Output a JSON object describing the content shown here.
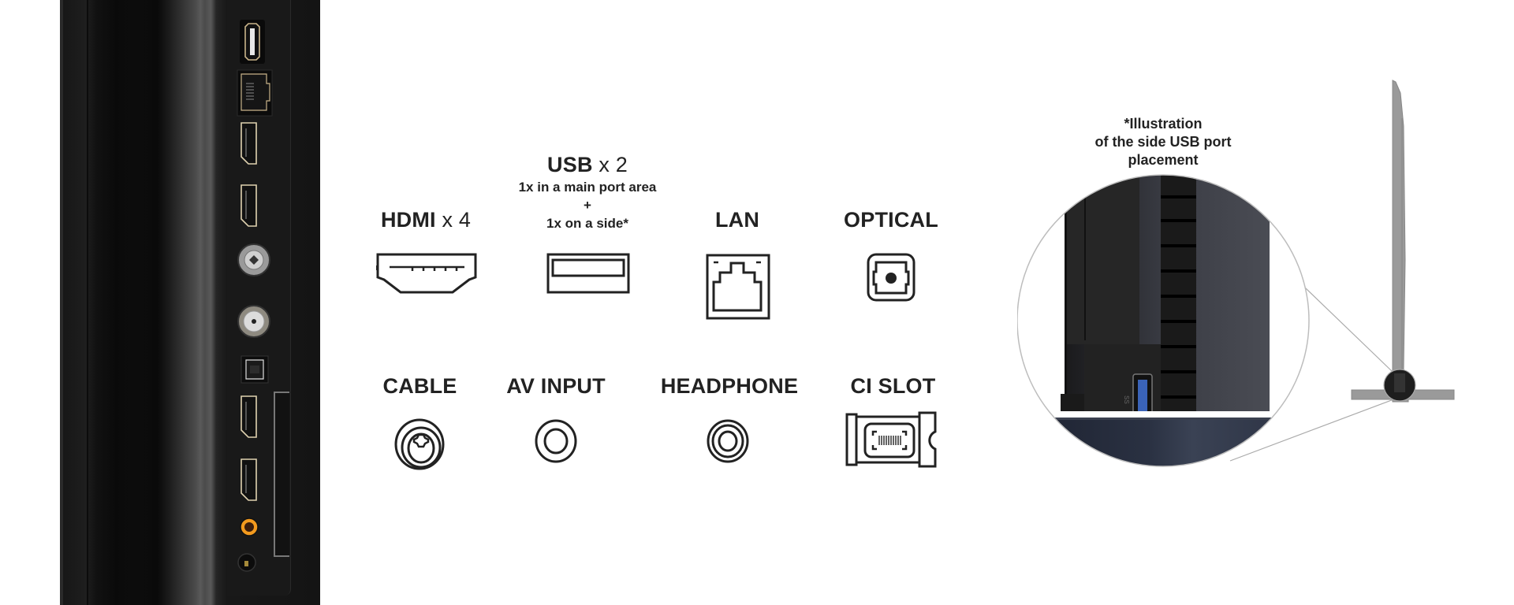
{
  "ports_legend": {
    "row1": [
      {
        "id": "hdmi",
        "label": "HDMI",
        "multiplier": "x 4",
        "icon": "hdmi-port-icon"
      },
      {
        "id": "usb",
        "label": "USB",
        "multiplier": "x 2",
        "icon": "usb-port-icon",
        "notes": [
          "1x in a main port area",
          "+",
          "1x on a side*"
        ]
      },
      {
        "id": "lan",
        "label": "LAN",
        "icon": "ethernet-port-icon"
      },
      {
        "id": "optical",
        "label": "OPTICAL",
        "icon": "optical-port-icon"
      }
    ],
    "row2": [
      {
        "id": "cable",
        "label": "CABLE",
        "icon": "coaxial-port-icon"
      },
      {
        "id": "av_input",
        "label": "AV INPUT",
        "icon": "av-jack-icon"
      },
      {
        "id": "headphone",
        "label": "HEADPHONE",
        "icon": "headphone-jack-icon"
      },
      {
        "id": "ci_slot",
        "label": "CI SLOT",
        "icon": "ci-card-icon"
      }
    ]
  },
  "rear_panel": {
    "ports_top_to_bottom": [
      "USB",
      "LAN",
      "HDMI",
      "HDMI",
      "Satellite",
      "Antenna",
      "Optical",
      "HDMI",
      "HDMI",
      "AV",
      "Headphone"
    ],
    "side_slot": "CI slot"
  },
  "side_illustration": {
    "caption": [
      "*Illustration",
      "of the side USB port",
      "placement"
    ],
    "usb_logo": "SS",
    "colors": {
      "usb_blue": "#3a63b8",
      "stand_gray": "#9a9a9a"
    }
  },
  "colors": {
    "text": "#222222",
    "background": "#ffffff",
    "port_gold": "#c9b48a",
    "av_orange": "#f39a1e"
  }
}
